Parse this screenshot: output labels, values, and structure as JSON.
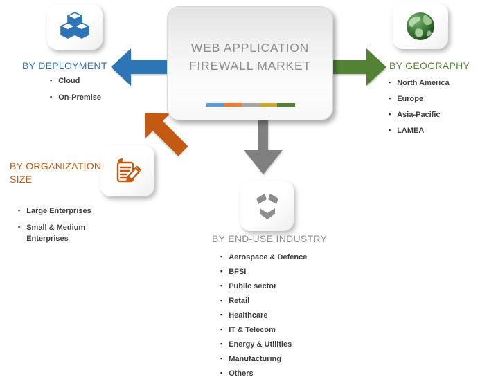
{
  "center": {
    "title_line1": "WEB APPLICATION",
    "title_line2": "FIREWALL MARKET",
    "bar_colors": [
      "#5B9BD5",
      "#ED7D31",
      "#A5A5A5",
      "#CBA426",
      "#548235"
    ]
  },
  "arrows": {
    "deployment": "#2E75B6",
    "geography": "#548235",
    "organization_size": "#C45911",
    "end_use_industry": "#808080"
  },
  "segments": {
    "deployment": {
      "heading": "BY DEPLOYMENT",
      "color": "#2E75B6",
      "icon": "cubes-icon",
      "items": [
        "Cloud",
        "On-Premise"
      ]
    },
    "geography": {
      "heading": "BY GEOGRAPHY",
      "color": "#548235",
      "icon": "globe-icon",
      "items": [
        "North America",
        "Europe",
        "Asia-Pacific",
        "LAMEA"
      ]
    },
    "organization_size": {
      "heading": "BY ORGANIZATION SIZE",
      "color": "#C45911",
      "icon": "document-pencil-icon",
      "items": [
        "Large Enterprises",
        "Small & Medium Enterprises"
      ]
    },
    "end_use_industry": {
      "heading": "BY END-USE INDUSTRY",
      "color": "#8C8C8C",
      "icon": "industry-icon",
      "items": [
        "Aerospace & Defence",
        "BFSI",
        "Public sector",
        "Retail",
        "Healthcare",
        "IT & Telecom",
        "Energy & Utilities",
        "Manufacturing",
        "Others"
      ]
    }
  }
}
